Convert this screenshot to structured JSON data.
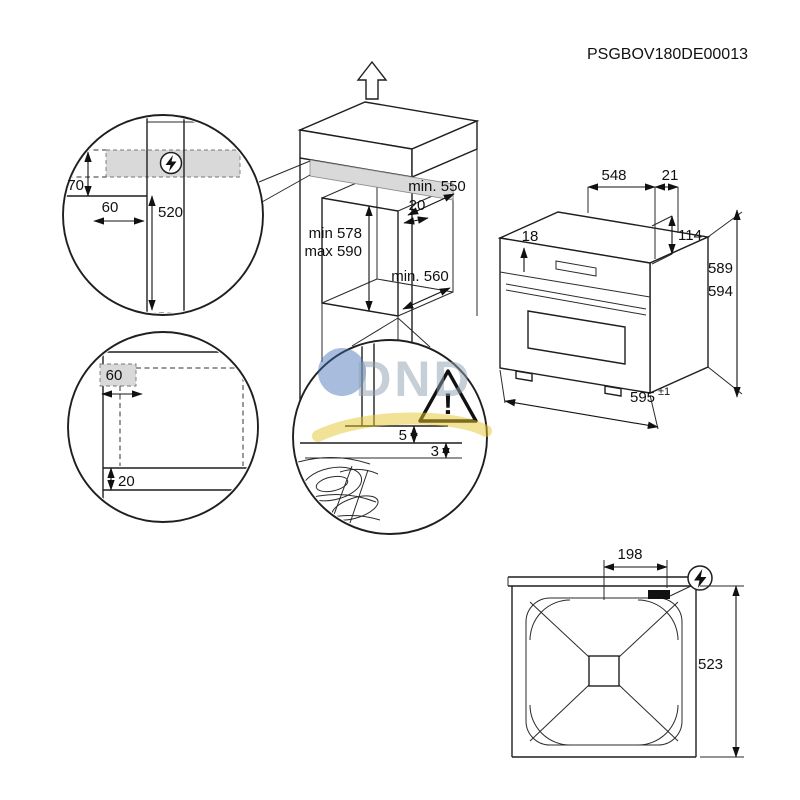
{
  "document": {
    "code": "PSGBOV180DE00013"
  },
  "main_cabinet_view": {
    "niche_depth_top": "min. 550",
    "rear_clearance": "20",
    "niche_height_min": "min 578",
    "niche_height_max": "max 590",
    "niche_depth_bottom": "min. 560"
  },
  "power_zone_detail": {
    "dim_70": "70",
    "dim_60": "60",
    "dim_520": "520"
  },
  "plinth_detail": {
    "dim_60": "60",
    "dim_20": "20"
  },
  "gap_detail": {
    "dim_5": "5",
    "dim_3": "3",
    "warning_mark": "!"
  },
  "oven_view": {
    "depth": "548",
    "dim_21": "21",
    "dim_18": "18",
    "dim_114": "114",
    "height_589": "589",
    "height_594": "594",
    "width": "595",
    "width_tolerance": "±1"
  },
  "plan_view": {
    "dim_198": "198",
    "dim_523": "523"
  },
  "watermark": {
    "text": "DND"
  },
  "colors": {
    "line": "#1f1f1f",
    "connection_zone": "#d9d9d9",
    "watermark_blue": "#3f6ab5",
    "watermark_yellow": "#e3c62e",
    "watermark_gray": "#8fa1b3"
  }
}
